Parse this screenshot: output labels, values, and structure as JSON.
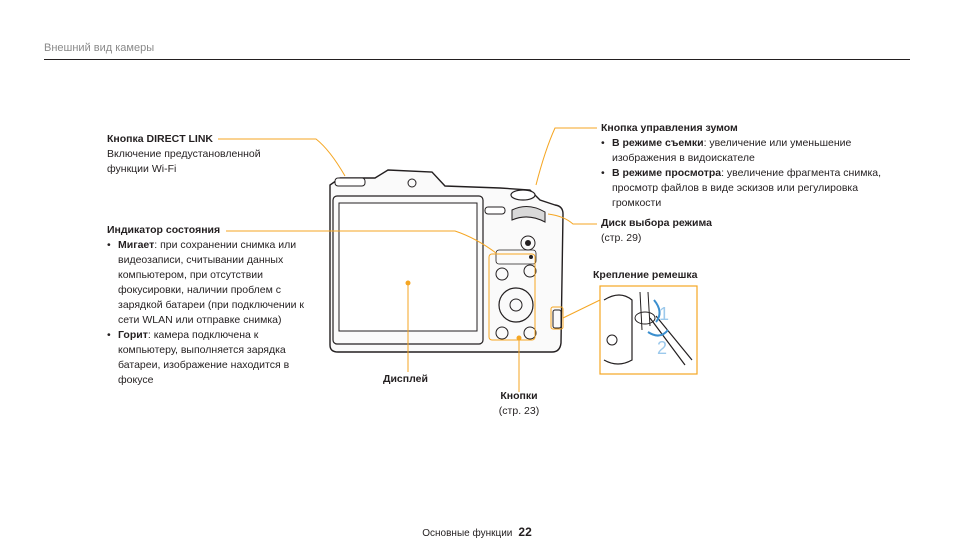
{
  "header": {
    "section": "Внешний вид камеры"
  },
  "callouts": {
    "direct_link": {
      "title": "Кнопка DIRECT LINK",
      "desc": "Включение предустановленной функции Wi-Fi"
    },
    "status": {
      "title": "Индикатор состояния",
      "items": [
        {
          "term": "Мигает",
          "text": ": при сохранении снимка или видеозаписи, считывании данных компьютером, при отсутствии фокусировки, наличии проблем с зарядкой батареи (при подключении к сети WLAN или отправке снимка)"
        },
        {
          "term": "Горит",
          "text": ": камера подключена к компьютеру, выполняется зарядка батареи, изображение находится в фокусе"
        }
      ]
    },
    "zoom": {
      "title": "Кнопка управления зумом",
      "items": [
        {
          "term": "В режиме съемки",
          "text": ": увеличение или уменьшение изображения в видоискателе"
        },
        {
          "term": "В режиме просмотра",
          "text": ": увеличение фрагмента снимка, просмотр файлов в виде эскизов или регулировка громкости"
        }
      ]
    },
    "mode_dial": {
      "title": "Диск выбора режима",
      "ref": "(стр. 29)"
    },
    "strap": {
      "title": "Крепление ремешка",
      "steps": [
        "1",
        "2"
      ]
    },
    "display": {
      "title": "Дисплей"
    },
    "buttons": {
      "title": "Кнопки",
      "ref": "(стр. 23)"
    }
  },
  "colors": {
    "accent": "#f5a623",
    "strap_arrow": "#3b8fcf"
  },
  "footer": {
    "label": "Основные функции",
    "page": "22"
  }
}
